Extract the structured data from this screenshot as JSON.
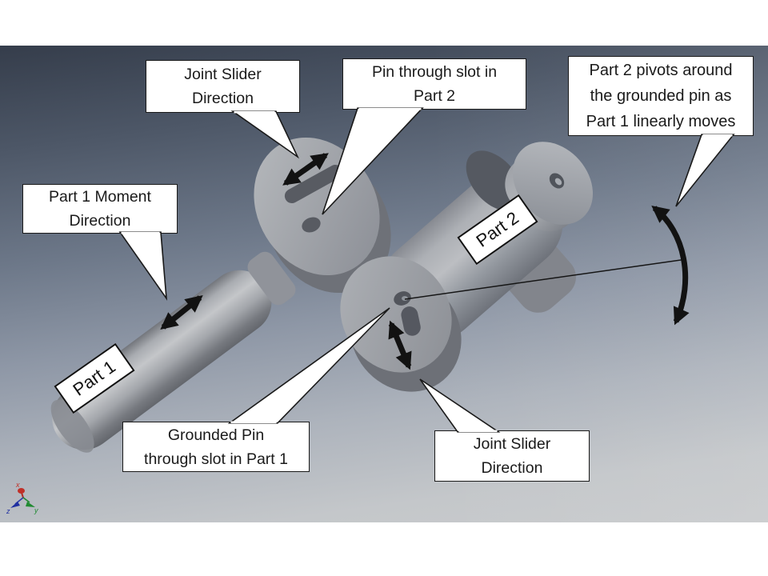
{
  "slide": {
    "description": "CAD assembly illustration of a slider-pivot joint between two parts"
  },
  "callouts": {
    "joint_slider_top": {
      "lines": [
        "Joint Slider",
        "Direction"
      ]
    },
    "pin_through_slot": {
      "lines": [
        "Pin through slot in",
        "Part 2"
      ]
    },
    "pivot_note": {
      "lines": [
        "Part 2 pivots around",
        "the grounded pin as",
        "Part 1 linearly moves"
      ]
    },
    "part1_moment": {
      "lines": [
        "Part 1 Moment",
        "Direction"
      ]
    },
    "grounded_pin": {
      "lines": [
        "Grounded Pin",
        "through slot in Part 1"
      ]
    },
    "joint_slider_bottom": {
      "lines": [
        "Joint Slider",
        "Direction"
      ]
    }
  },
  "part_labels": {
    "part1": "Part 1",
    "part2": "Part 2"
  },
  "axes_triad": {
    "x_label": "x",
    "y_label": "y",
    "z_label": "z"
  },
  "colors": {
    "background_top": "#353d4b",
    "background_bottom": "#c9cbcd",
    "part_gray": "#9b9ea4",
    "part_shadow": "#6e7178",
    "slot_dark": "#565960",
    "annotation_black": "#121212",
    "callout_fill": "#ffffff",
    "axis_x_red": "#c03028",
    "axis_y_green": "#1f8a30",
    "axis_z_blue": "#1f2fa0"
  }
}
